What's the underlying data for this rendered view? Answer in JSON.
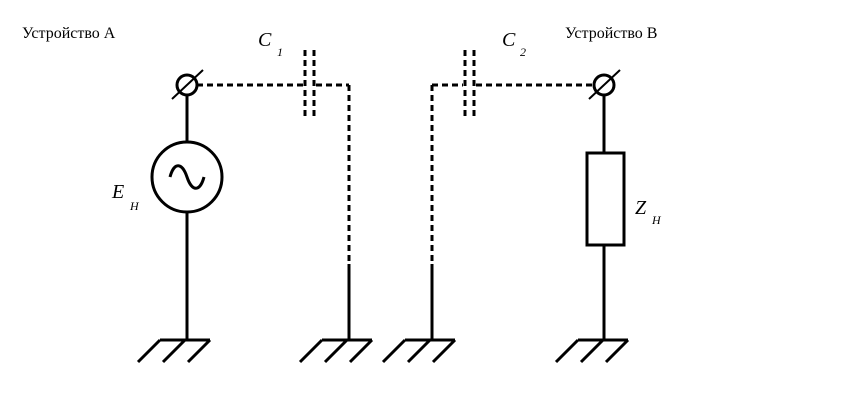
{
  "labels": {
    "device_a": "Устройство А",
    "device_b": "Устройство В",
    "c1_main": "C",
    "c1_sub": "1",
    "c2_main": "C",
    "c2_sub": "2",
    "source_main": "E",
    "source_sub": "Н",
    "load_main": "Z",
    "load_sub": "Н"
  },
  "icons": {
    "source": "ac-voltage-source-icon",
    "load": "resistor-impedance-icon",
    "ground": "ground-icon",
    "terminal": "terminal-icon",
    "capacitor": "capacitor-icon"
  },
  "colors": {
    "stroke": "#000000",
    "background": "#ffffff"
  }
}
